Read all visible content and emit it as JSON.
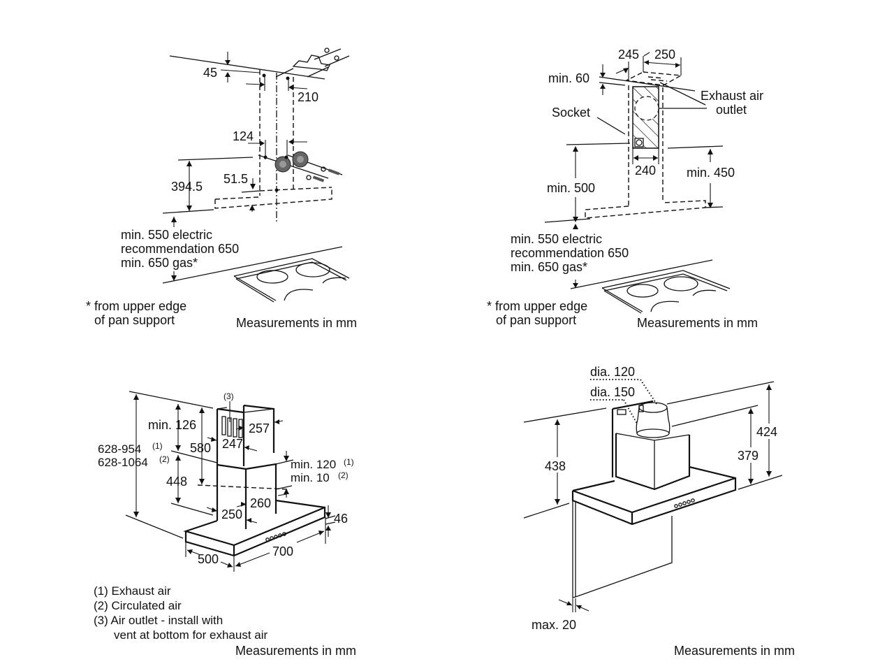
{
  "diagram1": {
    "dims": {
      "top_offset": "45",
      "width_210": "210",
      "width_124": "124",
      "height_394": "394.5",
      "offset_51": "51.5"
    },
    "clearance": [
      "min. 550 electric",
      "recommendation 650",
      "min. 650 gas*"
    ],
    "footnote": [
      "* from upper edge",
      "of pan support"
    ],
    "units": "Measurements in mm"
  },
  "diagram2": {
    "dims": {
      "d245": "245",
      "d250": "250",
      "min60": "min. 60",
      "d240": "240",
      "min500": "min. 500",
      "min450": "min. 450"
    },
    "labels": {
      "socket": "Socket",
      "exhaust_1": "Exhaust air",
      "exhaust_2": "outlet"
    },
    "clearance": [
      "min. 550 electric",
      "recommendation 650",
      "min. 650 gas*"
    ],
    "footnote": [
      "* from upper edge",
      "of pan support"
    ],
    "units": "Measurements in mm"
  },
  "diagram3": {
    "dims": {
      "note3": "(3)",
      "min126": "min. 126",
      "d257": "257",
      "d247": "247",
      "d580": "580",
      "range1": "628-954",
      "range1_sup": "(1)",
      "range2": "628-1064",
      "range2_sup": "(2)",
      "d448": "448",
      "min120": "min. 120",
      "min120_sup": "(1)",
      "min10": "min. 10",
      "min10_sup": "(2)",
      "d260": "260",
      "d250": "250",
      "d46": "46",
      "d500": "500",
      "d700": "700"
    },
    "legend": [
      "(1) Exhaust air",
      "(2) Circulated air",
      "(3) Air outlet - install with",
      "vent at bottom for exhaust air"
    ],
    "units": "Measurements in mm"
  },
  "diagram4": {
    "dims": {
      "dia120": "dia. 120",
      "dia150": "dia. 150",
      "d424": "424",
      "d379": "379",
      "d438": "438",
      "max20": "max. 20"
    },
    "units": "Measurements in mm"
  }
}
